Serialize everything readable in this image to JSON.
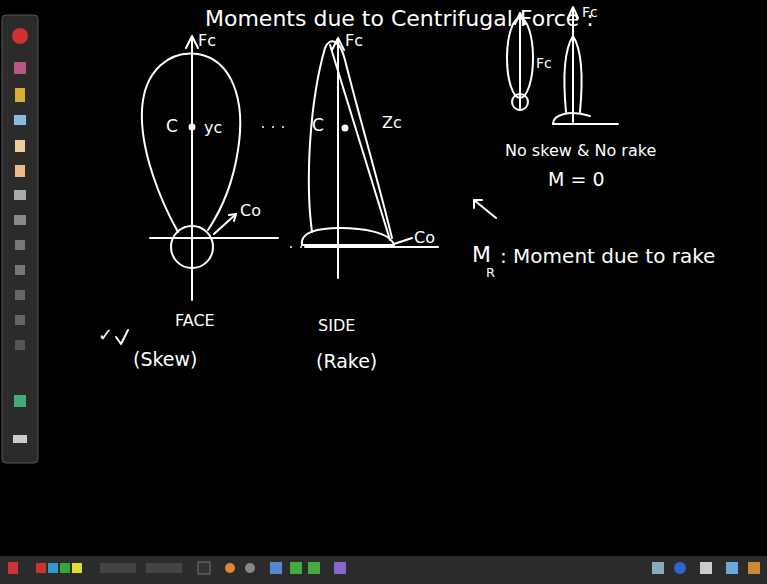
{
  "diagram": {
    "labels": [
      "Moments due to Centrifugal Force :",
      "Fc",
      "C",
      "yc",
      "Co",
      "FACE",
      "✓",
      "(Skew)",
      "Fc",
      "C",
      "Zc",
      "Co",
      "SIDE",
      "(Rake)",
      "Fc",
      "Fc",
      "No skew & No rake",
      "M = 0",
      "M",
      "R",
      ": Moment due to rake"
    ]
  }
}
